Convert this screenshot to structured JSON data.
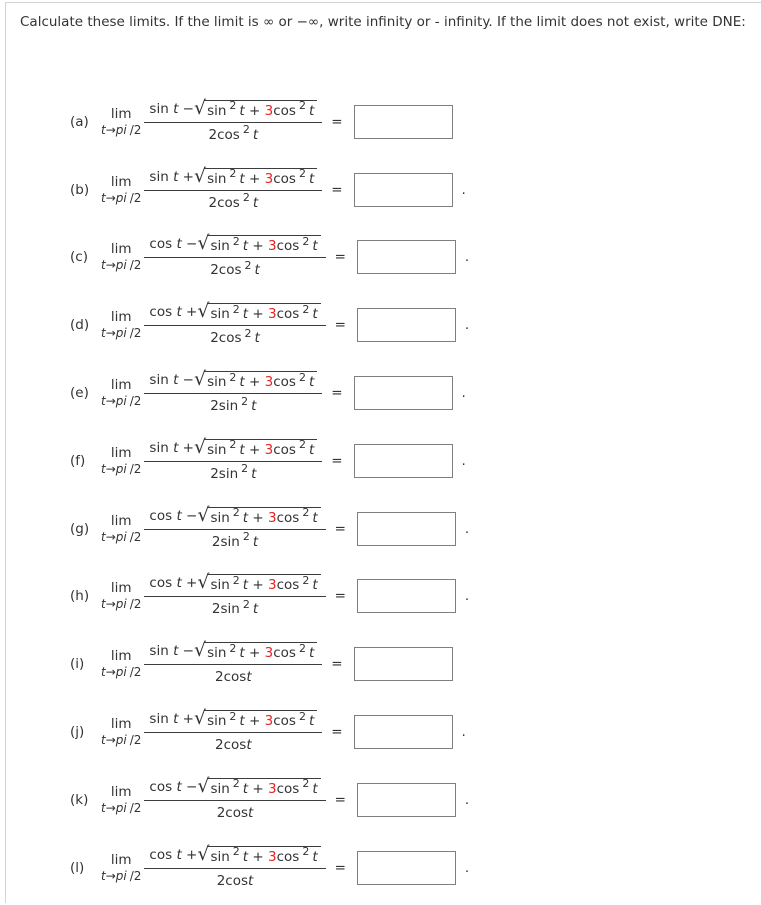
{
  "instruction": "Calculate these limits. If the limit is ∞ or −∞, write infinity or - infinity. If the limit does not exist, write DNE:",
  "colors": {
    "text": "#333333",
    "coefficient_red": "#ee2222",
    "input_border": "#7f7f7f",
    "panel_border": "#d4d4d4",
    "fraction_rule": "#3c3c3c"
  },
  "math": {
    "lim": "lim",
    "approach": {
      "var": "t",
      "arrow": "→",
      "target": "pi",
      "over": "/2"
    },
    "sqrt_symbol": "√",
    "radicand": {
      "fn1": "sin",
      "sup1": "2",
      "var1": "t",
      "plus": "+",
      "coef": "3",
      "fn2": "cos",
      "sup2": "2",
      "var2": "t"
    },
    "equals": "=",
    "period": "."
  },
  "problems": [
    {
      "label": "(a)",
      "num_fn": "sin",
      "num_var": "t",
      "num_sign": "−",
      "den_lead": "2cos",
      "den_sup": "2",
      "den_var": "t",
      "answer": "",
      "trailing_period": false
    },
    {
      "label": "(b)",
      "num_fn": "sin",
      "num_var": "t",
      "num_sign": "+",
      "den_lead": "2cos",
      "den_sup": "2",
      "den_var": "t",
      "answer": "",
      "trailing_period": true
    },
    {
      "label": "(c)",
      "num_fn": "cos",
      "num_var": "t",
      "num_sign": "−",
      "den_lead": "2cos",
      "den_sup": "2",
      "den_var": "t",
      "answer": "",
      "trailing_period": true
    },
    {
      "label": "(d)",
      "num_fn": "cos",
      "num_var": "t",
      "num_sign": "+",
      "den_lead": "2cos",
      "den_sup": "2",
      "den_var": "t",
      "answer": "",
      "trailing_period": true
    },
    {
      "label": "(e)",
      "num_fn": "sin",
      "num_var": "t",
      "num_sign": "−",
      "den_lead": "2sin",
      "den_sup": "2",
      "den_var": "t",
      "answer": "",
      "trailing_period": true
    },
    {
      "label": "(f)",
      "num_fn": "sin",
      "num_var": "t",
      "num_sign": "+",
      "den_lead": "2sin",
      "den_sup": "2",
      "den_var": "t",
      "answer": "",
      "trailing_period": true
    },
    {
      "label": "(g)",
      "num_fn": "cos",
      "num_var": "t",
      "num_sign": "−",
      "den_lead": "2sin",
      "den_sup": "2",
      "den_var": "t",
      "answer": "",
      "trailing_period": true
    },
    {
      "label": "(h)",
      "num_fn": "cos",
      "num_var": "t",
      "num_sign": "+",
      "den_lead": "2sin",
      "den_sup": "2",
      "den_var": "t",
      "answer": "",
      "trailing_period": true
    },
    {
      "label": "(i)",
      "num_fn": "sin",
      "num_var": "t",
      "num_sign": "−",
      "den_lead": "2cos",
      "den_sup": "",
      "den_var": "t",
      "answer": "",
      "trailing_period": false
    },
    {
      "label": "(j)",
      "num_fn": "sin",
      "num_var": "t",
      "num_sign": "+",
      "den_lead": "2cos",
      "den_sup": "",
      "den_var": "t",
      "answer": "",
      "trailing_period": true
    },
    {
      "label": "(k)",
      "num_fn": "cos",
      "num_var": "t",
      "num_sign": "−",
      "den_lead": "2cos",
      "den_sup": "",
      "den_var": "t",
      "answer": "",
      "trailing_period": true
    },
    {
      "label": "(l)",
      "num_fn": "cos",
      "num_var": "t",
      "num_sign": "+",
      "den_lead": "2cos",
      "den_sup": "",
      "den_var": "t",
      "answer": "",
      "trailing_period": true
    }
  ]
}
